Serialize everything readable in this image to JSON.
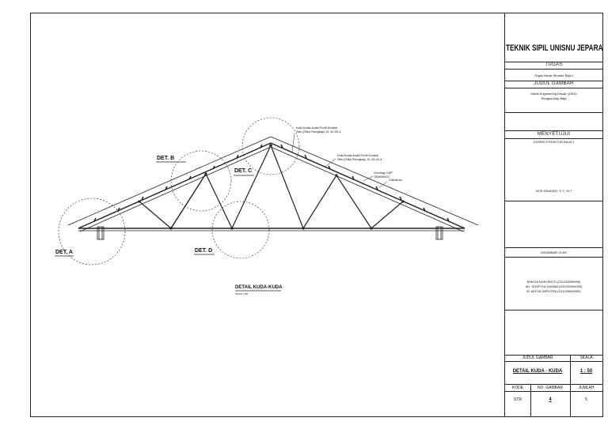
{
  "drawing": {
    "details": {
      "det_a": "DET. A",
      "det_b": "DET. B",
      "det_c": "DET. C",
      "det_d": "DET. D"
    },
    "callouts": {
      "rafter_top_1": "Kaki Kuda-kuda Profil Double",
      "rafter_top_2": "Siku (Siku Rongkap) 2L 40.40.4",
      "rafter_mid_1": "Kaki Kuda-kuda Profil Double",
      "rafter_mid_2": "Siku (Siku Rongkap) 2L 40.40.4",
      "gording_1": "Gording CNP",
      "gording_2": "150x50x20",
      "galvalum": "Galvalum"
    },
    "caption": "DETAIL KUDA-KUDA",
    "caption_scale": "SKALA 1:50"
  },
  "titleblock": {
    "institution": "TEKNIK SIPIL UNISNU JEPARA",
    "tugas_label": "TUGAS",
    "tugas_value": "Tugas Besar Struktur Baja I",
    "judul_label": "JUDUL GAMBAR",
    "judul_value_1": "Detail Engineering Desain (DED)",
    "judul_value_2": "Rangka Atap Baja",
    "menyetujui_label": "MENYETUJUI",
    "dosen_label": "DOSEN STRUKTUR BAJA 1",
    "dosen_name": "NOR HIDAYATI, S.T., M.T",
    "digambar_label": "DIGAMBAR OLEH",
    "authors": [
      "SHINTA NURYANTO (231230000000)",
      "AH. SHOFYUL HAYAM (231230000000)",
      "M. ADITIA SAPUTRA (231230000000)"
    ],
    "judul_gambar_label": "JUDUL GAMBAR",
    "skala_label": "SKALA",
    "judul_gambar_value": "DETAIL KUDA - KUDA",
    "skala_value": "1 : 50",
    "kode_label": "KODE",
    "no_gambar_label": "NO. GAMBAR",
    "jumlah_label": "JUMLAH",
    "kode_value": "STR",
    "no_gambar_value": "4",
    "jumlah_value": "5"
  }
}
